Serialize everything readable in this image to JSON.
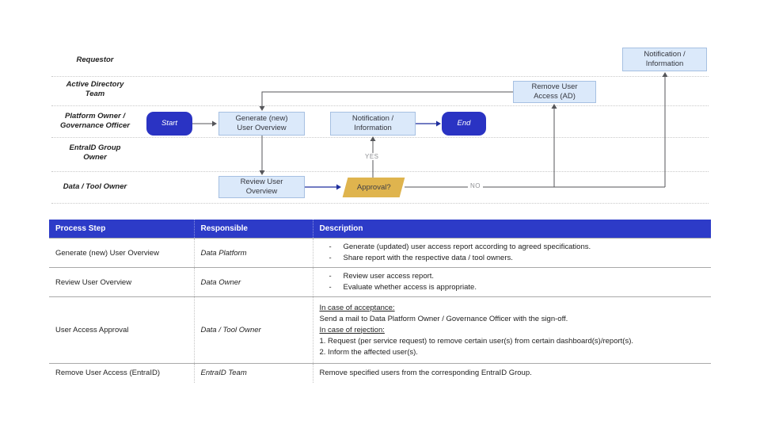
{
  "flowchart": {
    "lanes": [
      {
        "label": "Requestor"
      },
      {
        "label": "Active Directory Team"
      },
      {
        "label": "Platform Owner / Governance Officer"
      },
      {
        "label": "EntraID Group Owner"
      },
      {
        "label": "Data / Tool Owner"
      }
    ],
    "nodes": {
      "start": "Start",
      "generate": "Generate (new) User Overview",
      "notification_mid": "Notification / Information",
      "end": "End",
      "remove_ad": "Remove User Access (AD)",
      "notification_top": "Notification / Information",
      "review": "Review User Overview",
      "approval": "Approval?"
    },
    "edge_labels": {
      "yes": "YES",
      "no": "NO"
    }
  },
  "table": {
    "headers": [
      "Process Step",
      "Responsible",
      "Description"
    ],
    "rows": [
      {
        "step": "Generate (new) User Overview",
        "responsible": "Data Platform",
        "description": [
          {
            "type": "bullet",
            "text": "Generate (updated) user access report according to agreed specifications."
          },
          {
            "type": "bullet",
            "text": "Share report with the respective data / tool owners."
          }
        ]
      },
      {
        "step": "Review User Overview",
        "responsible": "Data Owner",
        "description": [
          {
            "type": "bullet",
            "text": "Review user access report."
          },
          {
            "type": "bullet",
            "text": "Evaluate whether access is appropriate."
          }
        ]
      },
      {
        "step": "User Access Approval",
        "responsible": "Data / Tool Owner",
        "description": [
          {
            "type": "underline",
            "text": "In case of acceptance:"
          },
          {
            "type": "plain",
            "text": "Send a mail to Data Platform Owner / Governance Officer with the sign-off."
          },
          {
            "type": "underline",
            "text": "In case of rejection:"
          },
          {
            "type": "plain",
            "text": "1. Request (per service request) to remove certain user(s) from certain dashboard(s)/report(s)."
          },
          {
            "type": "plain",
            "text": "2. Inform the affected user(s)."
          }
        ]
      },
      {
        "step": "Remove User Access (EntraID)",
        "responsible": "EntraID Team",
        "description": [
          {
            "type": "plain",
            "text": "Remove specified users from the corresponding EntraID Group."
          }
        ]
      }
    ]
  },
  "colors": {
    "header_blue": "#2D3BC8",
    "shape_navy": "#2A33C3",
    "box_fill": "#DBE9FA",
    "box_border": "#A6C0E2",
    "approval_fill": "#DFB44E",
    "arrow_gray": "#55565A",
    "arrow_navy": "#1F2F9E"
  }
}
